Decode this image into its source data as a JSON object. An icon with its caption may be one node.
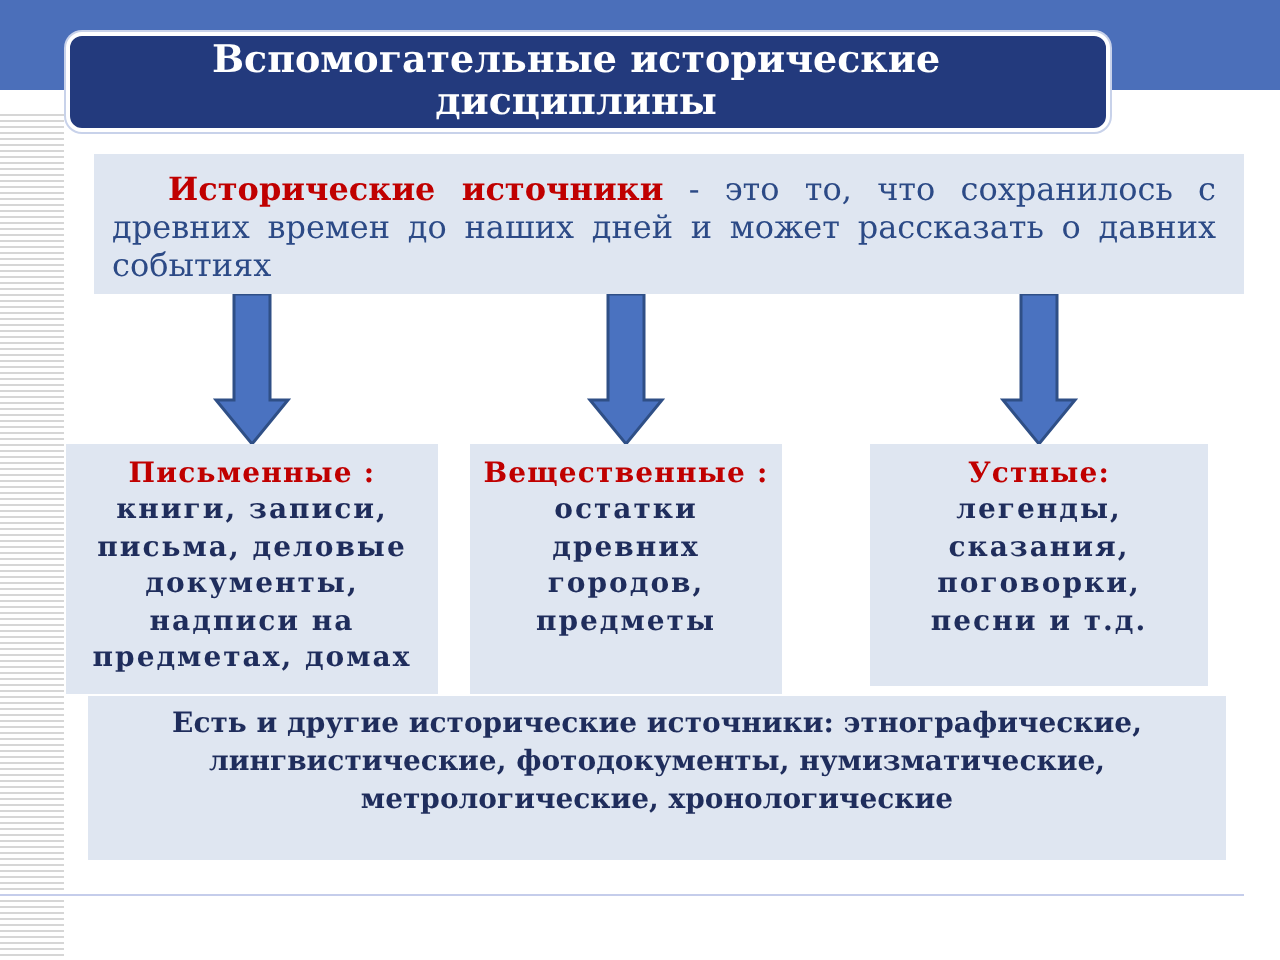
{
  "diagram": {
    "title": "Вспомогательные исторические дисциплины",
    "nodes": [
      {
        "text": [
          "**Исторические источники** - это то, что сохранилось с древних времен до наших дней и может рассказать о давних событиях"
        ]
      },
      {
        "text": [
          "Письменные :",
          "книги, записи, письма, деловые документы, надписи на предметах, домах"
        ]
      },
      {
        "text": [
          "Вещественные :",
          "остатки древних городов, предметы"
        ]
      },
      {
        "text": [
          "Устные:",
          "легенды, сказания, поговорки, песни и т.д."
        ]
      },
      {
        "text": [
          "Есть и другие исторические источники: этнографические, лингвистические, фотодокументы, нумизматические, метрологические, хронологические"
        ]
      }
    ],
    "edges": [
      {
        "from": 0,
        "to": 1,
        "arrow": "to",
        "style": "thick"
      },
      {
        "from": 0,
        "to": 2,
        "arrow": "to",
        "style": "thick"
      },
      {
        "from": 0,
        "to": 3,
        "arrow": "to",
        "style": "thick"
      }
    ]
  }
}
